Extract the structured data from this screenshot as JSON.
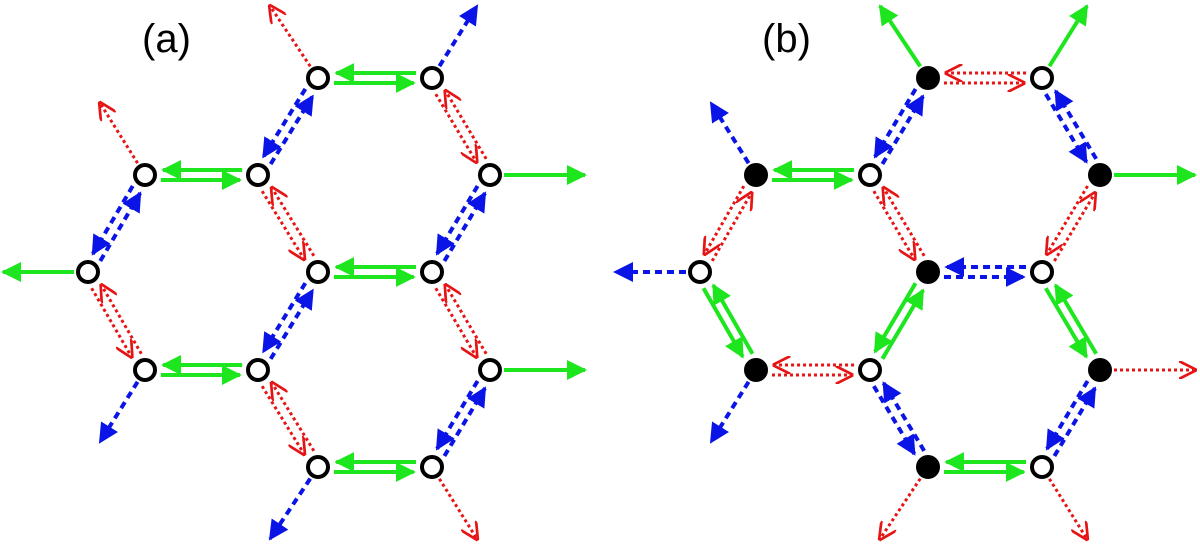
{
  "panels": [
    {
      "id": "a",
      "label": "(a)"
    },
    {
      "id": "b",
      "label": "(b)"
    }
  ],
  "legend_colors": {
    "solid_arrow": "#1ee61e",
    "dashed_arrow": "#0a14e6",
    "dotted_arrow": "#e61414",
    "site_open": "#ffffff",
    "site_filled": "#000000"
  }
}
